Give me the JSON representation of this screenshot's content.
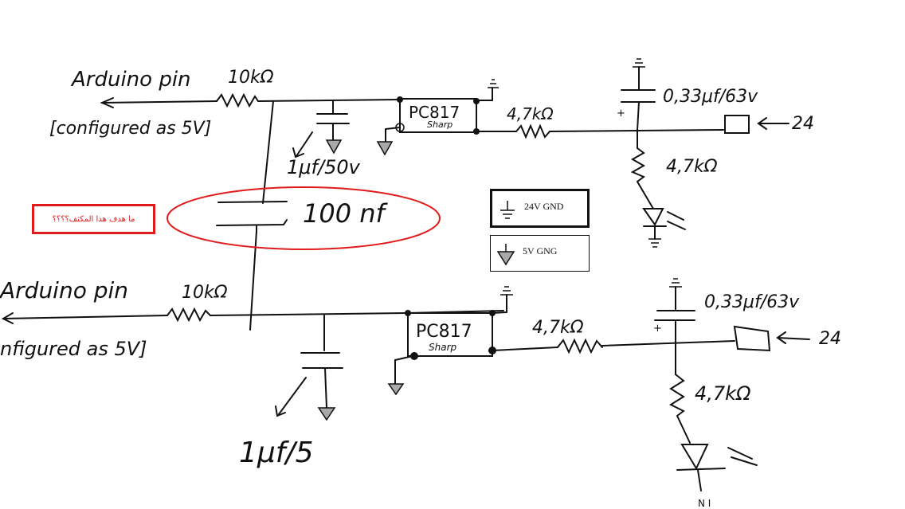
{
  "top_circuit": {
    "input_label": "Arduino pin",
    "config_label": "[configured as 5V]",
    "resistor_in_label": "10kΩ",
    "optocoupler_label": "PC817",
    "optocoupler_maker": "Sharp",
    "cap_small_label": "1μf/50v",
    "resistor_mid_label": "4,7kΩ",
    "cap_large_label": "0,33μf/63v",
    "input_24_label": "24",
    "resistor_led_label": "4,7kΩ",
    "plus_sign": "+"
  },
  "bottom_circuit": {
    "input_label": "Arduino pin",
    "config_label": "nfigured as 5V]",
    "resistor_in_label": "10kΩ",
    "optocoupler_label": "PC817",
    "optocoupler_maker": "Sharp",
    "cap_small_label": "1μf/5",
    "resistor_mid_label": "4,7kΩ",
    "cap_large_label": "0,33μf/63v",
    "input_24_label": "24",
    "resistor_led_label": "4,7kΩ",
    "plus_sign": "+",
    "bottom_mark": "N I"
  },
  "highlight_cap_label": "100 nf",
  "question_note": "ما هدف هذا المكثف؟؟؟؟",
  "legend": {
    "gnd24_label": "24V GND",
    "gnd5_label": "5V GNG"
  },
  "colors": {
    "ink": "#111111",
    "annotation_red": "#e11b1b",
    "ground_fill": "#a9a9a9"
  }
}
